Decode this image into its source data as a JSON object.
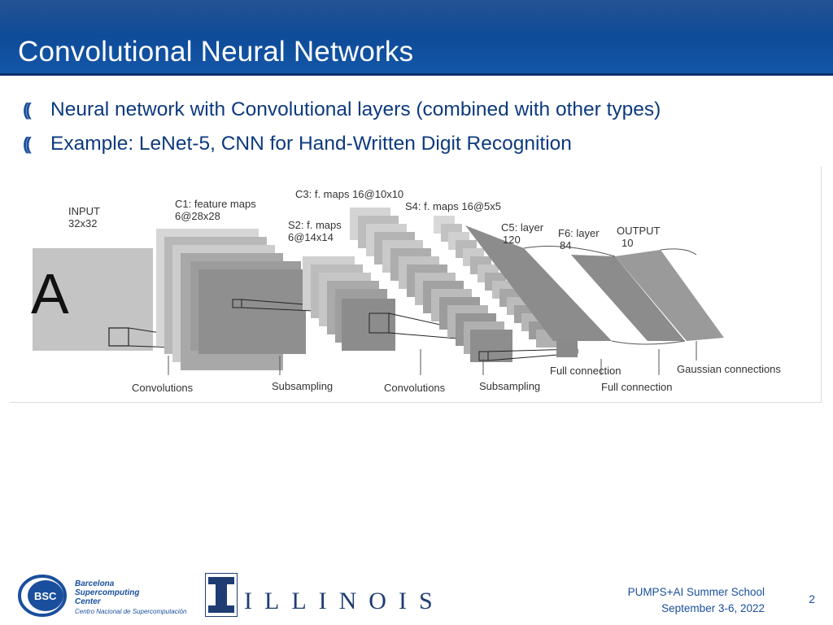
{
  "header": {
    "title": "Convolutional Neural Networks"
  },
  "bullets": [
    {
      "marker": "((",
      "text": "Neural network with Convolutional layers (combined with other types)"
    },
    {
      "marker": "((",
      "text": "Example: LeNet-5, CNN for Hand-Written Digit Recognition"
    }
  ],
  "figure": {
    "input_label": "INPUT",
    "input_size": "32x32",
    "digit": "A",
    "c1_label": "C1: feature maps",
    "c1_size": "6@28x28",
    "s2_label": "S2: f. maps",
    "s2_size": "6@14x14",
    "c3_label": "C3: f. maps 16@10x10",
    "s4_label": "S4: f. maps 16@5x5",
    "c5_label": "C5: layer",
    "c5_size": "120",
    "f6_label": "F6: layer",
    "f6_size": "84",
    "output_label": "OUTPUT",
    "output_size": "10",
    "op_convolutions_1": "Convolutions",
    "op_subsampling_1": "Subsampling",
    "op_convolutions_2": "Convolutions",
    "op_subsampling_2": "Subsampling",
    "op_full_connection_1": "Full connection",
    "op_full_connection_2": "Full connection",
    "op_gaussian": "Gaussian connections"
  },
  "footer": {
    "bsc": {
      "mark_text": "BSC",
      "name_lines": [
        "Barcelona",
        "Supercomputing",
        "Center"
      ],
      "subtitle": "Centro Nacional de Supercomputación"
    },
    "illinois": "ILLINOIS",
    "event_name": "PUMPS+AI Summer School",
    "event_dates": "September 3-6, 2022",
    "page_number": "2"
  },
  "colors": {
    "title_bar": "#0e4a97",
    "title_text": "#ffffff",
    "body_text": "#0d3a7e",
    "footer_text": "#1a4f9e"
  }
}
